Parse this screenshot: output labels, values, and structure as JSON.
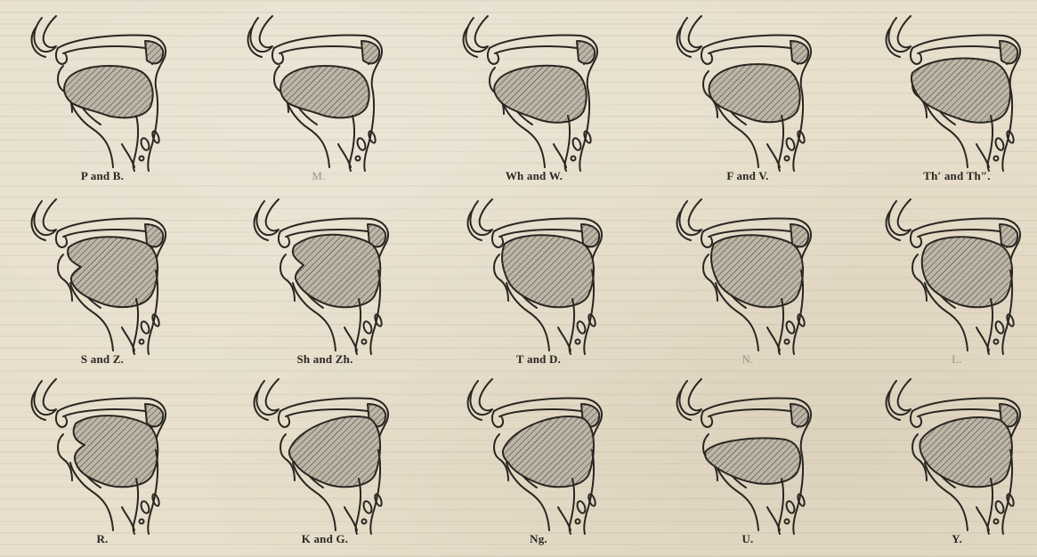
{
  "figures": [
    {
      "label": "P and B.",
      "shape": "lipsclosed"
    },
    {
      "label": "M.",
      "shape": "lipsclosed"
    },
    {
      "label": "Wh and W.",
      "shape": "rounded"
    },
    {
      "label": "F and V.",
      "shape": "labiodental"
    },
    {
      "label": "Th′ and Th″.",
      "shape": "dental"
    },
    {
      "label": "S and Z.",
      "shape": "alveolar"
    },
    {
      "label": "Sh and Zh.",
      "shape": "postalveolar"
    },
    {
      "label": "T and D.",
      "shape": "alveolarstop"
    },
    {
      "label": "N.",
      "shape": "alveolarstop"
    },
    {
      "label": "L.",
      "shape": "lateral"
    },
    {
      "label": "R.",
      "shape": "retroflex"
    },
    {
      "label": "K and G.",
      "shape": "velar"
    },
    {
      "label": "Ng.",
      "shape": "velar"
    },
    {
      "label": "U.",
      "shape": "lowtongue"
    },
    {
      "label": "Y.",
      "shape": "palatal"
    }
  ],
  "colors": {
    "ink": "#2a2622",
    "hatch": "#3a342d",
    "fill": "#bdb5a6",
    "paper": "#e8dfcc"
  }
}
